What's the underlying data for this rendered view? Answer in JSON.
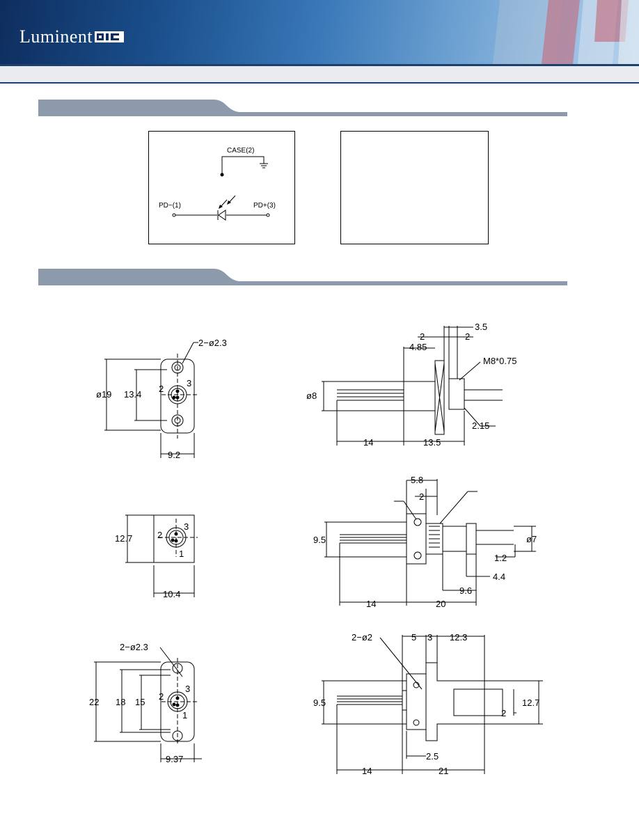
{
  "brand": {
    "name": "Luminent",
    "mark": "OIC"
  },
  "circuit": {
    "case_label": "CASE(2)",
    "pd_minus": "PD−(1)",
    "pd_plus": "PD+(3)"
  },
  "drawings": {
    "d1_front": {
      "hole": "2−ø2.3",
      "dia": "ø19",
      "pitch": "13.4",
      "width": "9.2",
      "pin2": "2",
      "pin3": "3"
    },
    "d1_side": {
      "a": "3.5",
      "b": "2",
      "c": "2",
      "d": "4.85",
      "thread": "M8*0.75",
      "dia": "ø8",
      "lead": "14",
      "body": "13.5",
      "tip": "2.15"
    },
    "d2_front": {
      "height": "12.7",
      "width": "10.4",
      "pin2": "2",
      "pin3": "3",
      "pin1": "1"
    },
    "d2_side": {
      "a": "5.8",
      "b": "2",
      "h": "9.5",
      "dia": "ø7",
      "c": "1.2",
      "d": "4.4",
      "e": "9.6",
      "lead": "14",
      "body": "20"
    },
    "d3_front": {
      "hole": "2−ø2.3",
      "h22": "22",
      "h18": "18",
      "h15": "15",
      "width": "9.37",
      "pin2": "2",
      "pin3": "3",
      "pin1": "1"
    },
    "d3_side": {
      "hole": "2−ø2",
      "a": "5",
      "b": "3",
      "c": "12.3",
      "h": "9.5",
      "w": "12.7",
      "slot": "2",
      "d": "2.5",
      "lead": "14",
      "body": "21"
    }
  }
}
